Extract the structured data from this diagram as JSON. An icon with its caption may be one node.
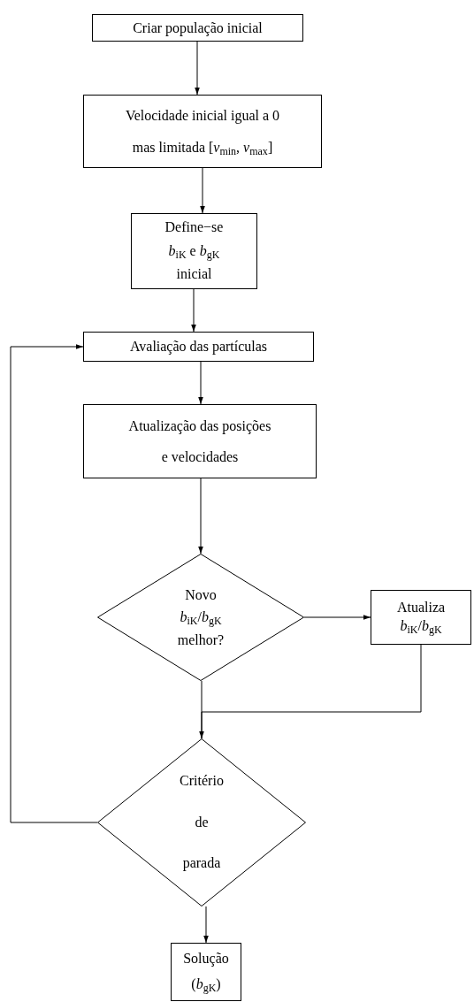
{
  "diagram": {
    "nodes": [
      {
        "text": [
          "Criar população inicial"
        ]
      },
      {
        "text": [
          "Velocidade inicial igual a 0 mas limitada [*v*$_{min}$, *v*$_{max}$]"
        ]
      },
      {
        "text": [
          "Define−se *b*$_{iK}$ e *b*$_{gK}$ inicial"
        ]
      },
      {
        "text": [
          "Avaliação das partículas"
        ]
      },
      {
        "text": [
          "Atualização das posições e velocidades"
        ]
      },
      {
        "text": [
          "Novo *b*$_{iK}$/*b*$_{gK}$ melhor?"
        ]
      },
      {
        "text": [
          "Atualiza *b*$_{iK}$/*b*$_{gK}$"
        ]
      },
      {
        "text": [
          "Critério de parada"
        ]
      },
      {
        "text": [
          "Solução (*b*$_{gK}$)"
        ]
      }
    ],
    "edges": [
      {
        "from": 0,
        "to": 1,
        "arrow": "to"
      },
      {
        "from": 1,
        "to": 2,
        "arrow": "to"
      },
      {
        "from": 2,
        "to": 3,
        "arrow": "to"
      },
      {
        "from": 3,
        "to": 4,
        "arrow": "to"
      },
      {
        "from": 4,
        "to": 5,
        "arrow": "to"
      },
      {
        "from": 5,
        "to": 6,
        "arrow": "to"
      },
      {
        "from": 5,
        "to": 7,
        "arrow": "none"
      },
      {
        "from": 6,
        "to": 7,
        "arrow": "to"
      },
      {
        "from": 7,
        "to": 3,
        "arrow": "to"
      },
      {
        "from": 7,
        "to": 8,
        "arrow": "to"
      }
    ]
  }
}
